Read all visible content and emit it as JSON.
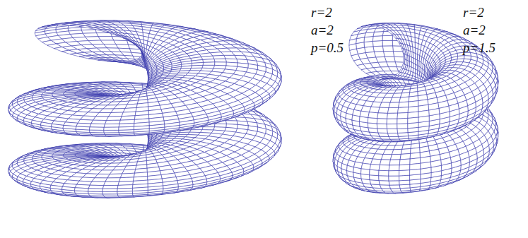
{
  "diagram": {
    "labels": [
      "r=2",
      "a=2",
      "p=0.5",
      "r=2",
      "a=2",
      "p=1.5"
    ]
  }
}
